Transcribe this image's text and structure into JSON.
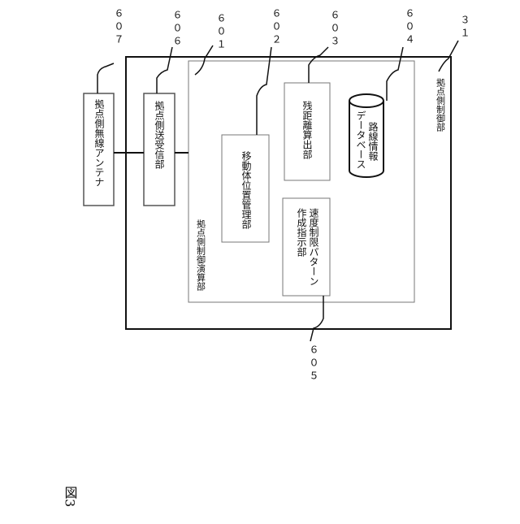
{
  "figure_label": "図3",
  "blocks": {
    "outer_unit": {
      "label": "拠点側制御部",
      "ref": "３１"
    },
    "calc_unit": {
      "label": "拠点側制御演算部",
      "ref": "６０１"
    },
    "position_mgmt": {
      "label": "移動体位置管理部",
      "ref": "６０２"
    },
    "distance_calc": {
      "label": "残距離算出部",
      "ref": "６０３"
    },
    "route_db": {
      "label_line1": "路線情報",
      "label_line2": "データベース",
      "ref": "６０４"
    },
    "speed_limit": {
      "label_line1": "速度制限パターン",
      "label_line2": "作成指示部",
      "ref": "６０５"
    },
    "transceiver": {
      "label": "拠点側送受信部",
      "ref": "６０６"
    },
    "antenna": {
      "label": "拠点側無線アンテナ",
      "ref": "６０７"
    }
  }
}
